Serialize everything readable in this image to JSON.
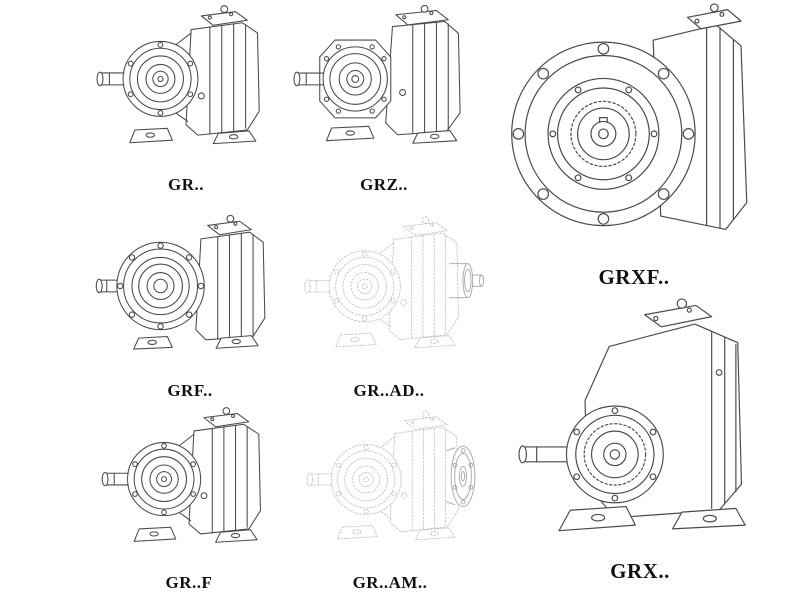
{
  "page": {
    "background": "#ffffff",
    "drawing_stroke": "#4a4a4a",
    "ghost_stroke": "#bdbdbd"
  },
  "products": [
    {
      "id": "gr",
      "label": "GR..",
      "drawing": "inline-helical-gearbox-foot-mounted"
    },
    {
      "id": "grz",
      "label": "GRZ..",
      "drawing": "inline-helical-gearbox-variant-z"
    },
    {
      "id": "grxf",
      "label": "GRXF..",
      "drawing": "large-flange-mounted-gearbox"
    },
    {
      "id": "grf",
      "label": "GRF..",
      "drawing": "flange-version-gearbox"
    },
    {
      "id": "gr-ad",
      "label": "GR..AD..",
      "drawing": "ghosted-gearbox-with-input-shaft-adapter"
    },
    {
      "id": "gr-f",
      "label": "GR..F",
      "drawing": "inline-helical-gearbox-foot-mounted"
    },
    {
      "id": "gr-am",
      "label": "GR..AM..",
      "drawing": "ghosted-gearbox-with-motor-flange-adapter"
    },
    {
      "id": "grx",
      "label": "GRX..",
      "drawing": "large-foot-mounted-gearbox"
    }
  ]
}
